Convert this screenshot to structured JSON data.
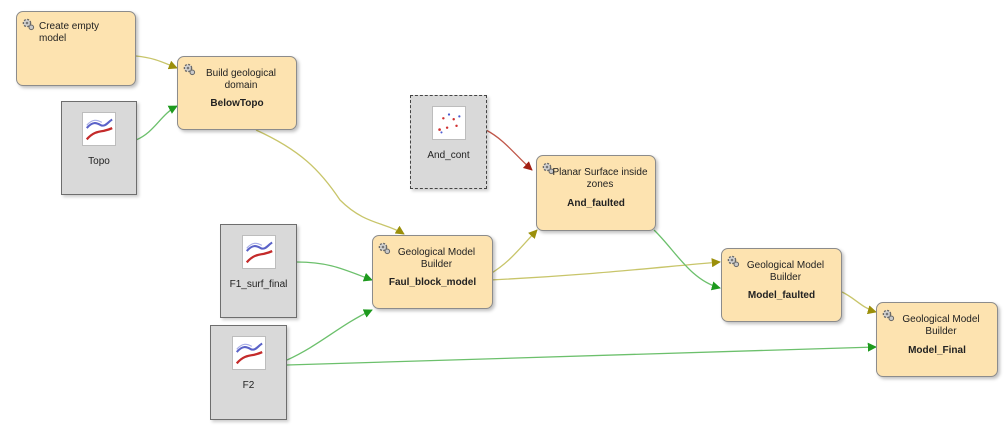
{
  "nodes": {
    "create_empty": {
      "title": "Create empty model",
      "name": ""
    },
    "build_domain": {
      "title": "Build geological domain",
      "name": "BelowTopo"
    },
    "topo": {
      "label": "Topo",
      "icon": "surface-icon"
    },
    "and_cont": {
      "label": "And_cont",
      "icon": "points-icon"
    },
    "planar": {
      "title": "Planar Surface inside zones",
      "name": "And_faulted"
    },
    "f1": {
      "label": "F1_surf_final",
      "icon": "surface-icon"
    },
    "gmb1": {
      "title": "Geological Model Builder",
      "name": "Faul_block_model"
    },
    "f2": {
      "label": "F2",
      "icon": "surface-icon"
    },
    "gmb2": {
      "title": "Geological Model Builder",
      "name": "Model_faulted"
    },
    "gmb3": {
      "title": "Geological Model Builder",
      "name": "Model_Final"
    }
  },
  "colors": {
    "process_fill": "#fde3b0",
    "object_fill": "#d9d9d9",
    "edge_olive": "#a9a422",
    "edge_green": "#4fb04f",
    "edge_red": "#b43a2e",
    "arrow_olive": "#9b8f0a",
    "arrow_green": "#1e9a1e",
    "arrow_red": "#a32014"
  }
}
